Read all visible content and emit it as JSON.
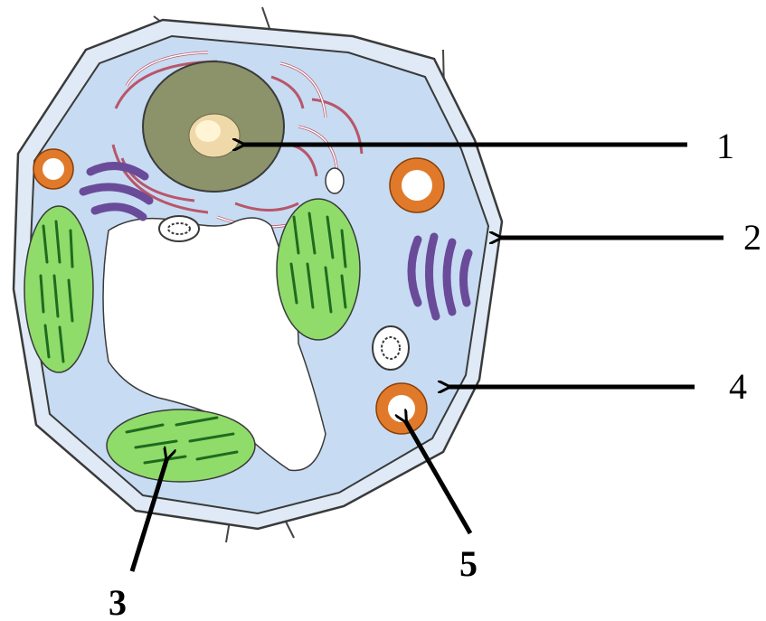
{
  "diagram": {
    "labels": [
      {
        "id": "1",
        "text": "1"
      },
      {
        "id": "2",
        "text": "2"
      },
      {
        "id": "3",
        "text": "3"
      },
      {
        "id": "4",
        "text": "4"
      },
      {
        "id": "5",
        "text": "5"
      }
    ]
  },
  "colors": {
    "cytoplasm": "#c7dcf2",
    "cell_wall": "#dfeaf6",
    "outline": "#3a3a3a",
    "nucleus": "#8c926a",
    "nucleolus": "#f0d9a8",
    "chloroplast": "#8fdc6a",
    "thylakoid": "#1f6b1f",
    "mitochondrion": "#e07a2a",
    "golgi": "#6a4b9a",
    "er": "#b8566b",
    "vacuole": "#ffffff"
  }
}
